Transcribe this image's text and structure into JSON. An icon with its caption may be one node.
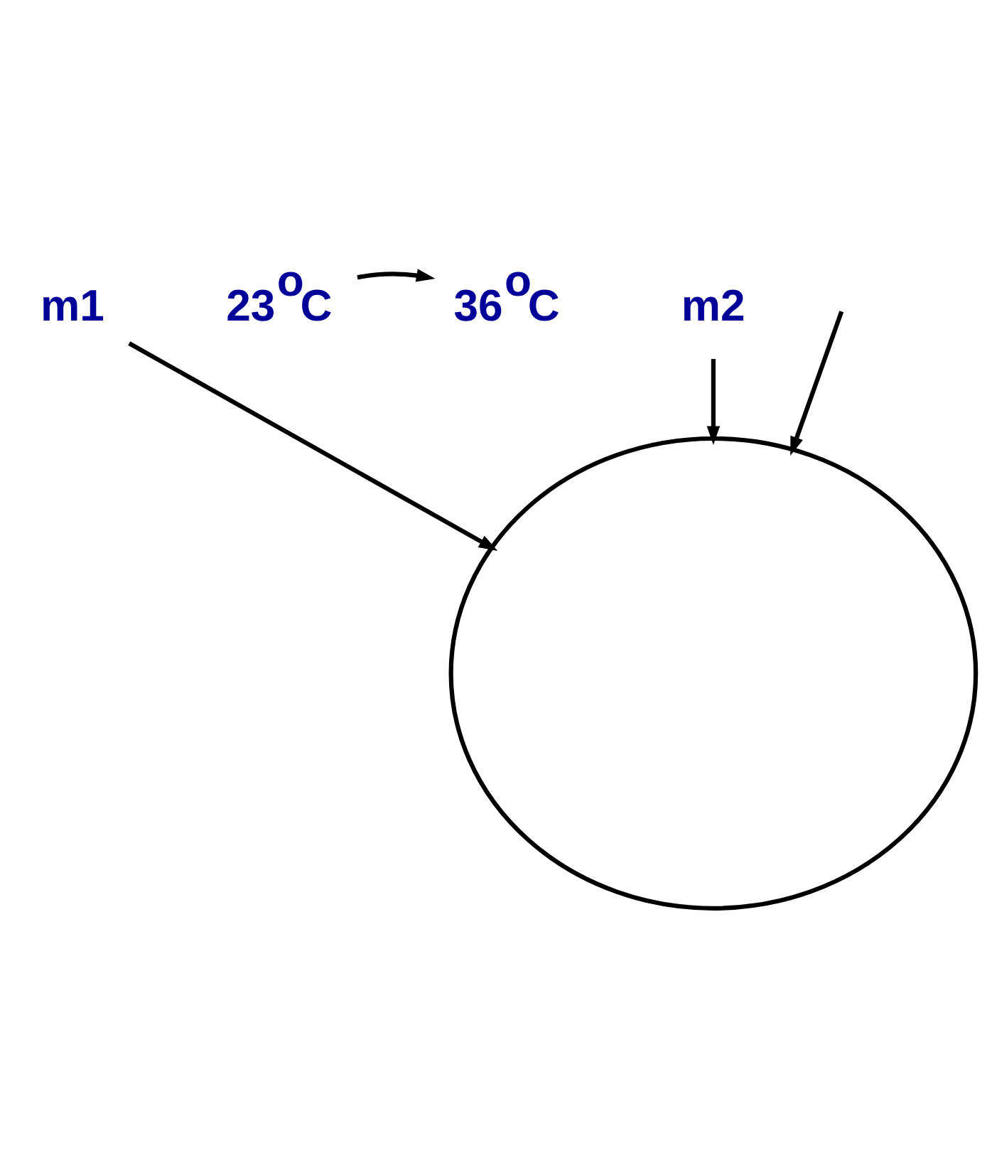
{
  "diagram": {
    "nodes": [
      {
        "text": [
          "m1"
        ]
      },
      {
        "text": [
          "23$^{o}$C"
        ]
      },
      {
        "text": [
          "36$^{o}$C"
        ]
      },
      {
        "text": [
          "m2"
        ]
      },
      {
        "text": [],
        "shape": "circle"
      }
    ],
    "edges": [
      {
        "from": 1,
        "to": 2,
        "arrow": "to"
      },
      {
        "from": null,
        "to": 4,
        "arrow": "to"
      },
      {
        "from": 0,
        "to": 4,
        "arrow": "to"
      },
      {
        "from": 3,
        "to": 4,
        "arrow": "to"
      }
    ]
  }
}
